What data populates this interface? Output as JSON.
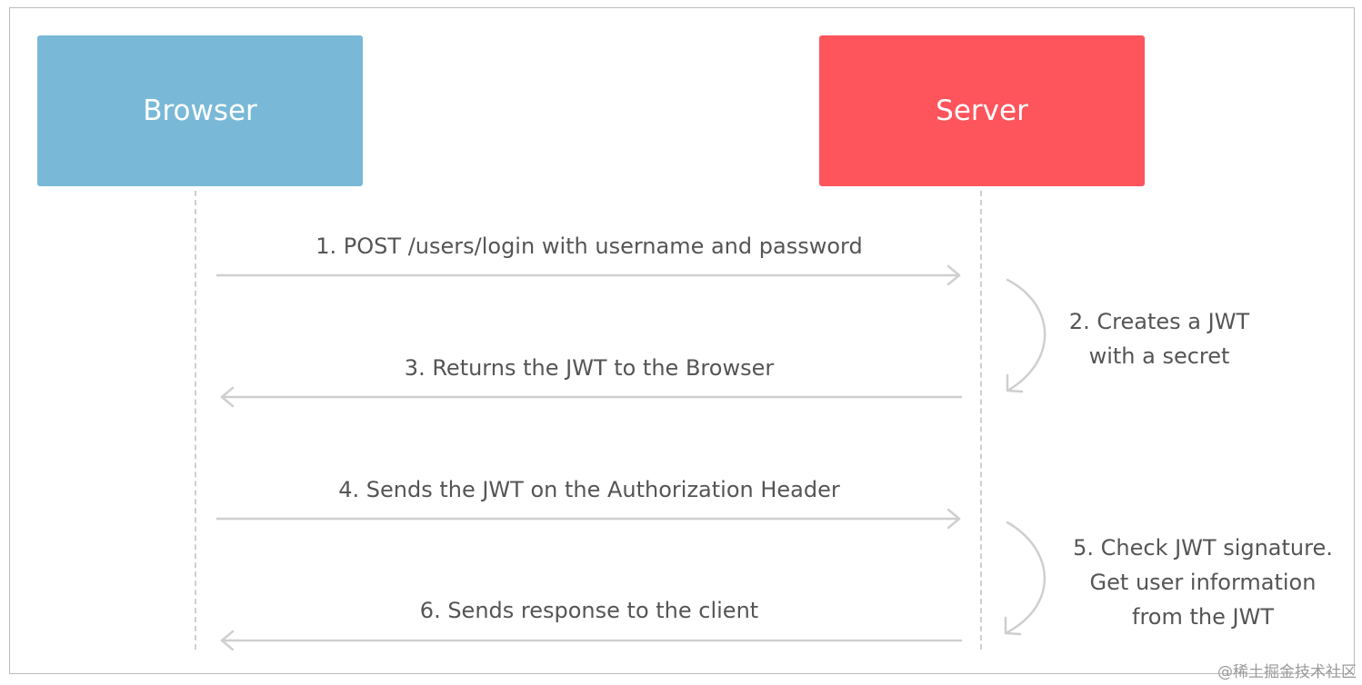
{
  "actors": {
    "browser": {
      "label": "Browser",
      "color": "#79b9d7"
    },
    "server": {
      "label": "Server",
      "color": "#fe545c"
    }
  },
  "messages": [
    {
      "label": "1. POST /users/login with username and password",
      "direction": "browser-to-server"
    },
    {
      "label": "3. Returns the JWT to the Browser",
      "direction": "server-to-browser"
    },
    {
      "label": "4. Sends the JWT on the Authorization Header",
      "direction": "browser-to-server"
    },
    {
      "label": "6. Sends response to the client",
      "direction": "server-to-browser"
    }
  ],
  "notes": [
    {
      "lines": [
        "2. Creates a JWT",
        "with a secret"
      ]
    },
    {
      "lines": [
        "5. Check JWT signature.",
        "Get user information",
        "from the JWT"
      ]
    }
  ],
  "watermark": "@稀土掘金技术社区",
  "colors": {
    "line": "#cfcfcf",
    "text": "#555555"
  }
}
